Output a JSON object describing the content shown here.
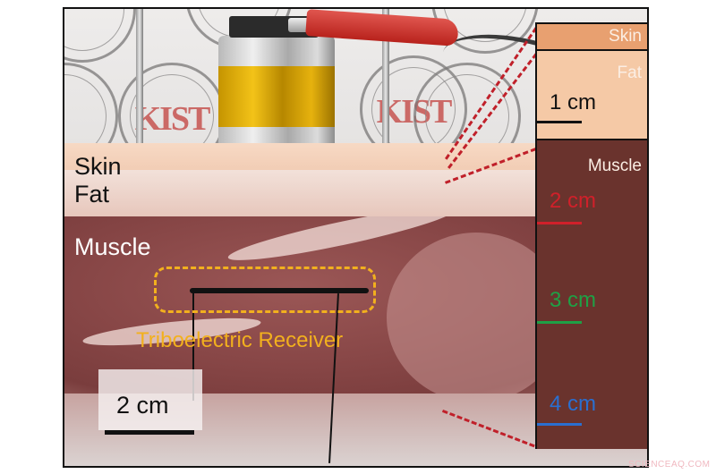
{
  "figure": {
    "left_labels": {
      "skin": "Skin",
      "fat": "Fat",
      "muscle": "Muscle"
    },
    "receiver": {
      "label": "Triboelectric Receiver",
      "box_color": "#f2b01e"
    },
    "scale_bar": {
      "label": "2 cm"
    },
    "schematic": {
      "layers": [
        {
          "name": "Skin",
          "color": "#e8a070"
        },
        {
          "name": "Fat",
          "color": "#f5c9a6"
        },
        {
          "name": "Muscle",
          "color": "#6a332d"
        }
      ],
      "scale_label": "1 cm",
      "depths": [
        {
          "label": "2 cm",
          "color": "#d0202a"
        },
        {
          "label": "3 cm",
          "color": "#1fa045"
        },
        {
          "label": "4 cm",
          "color": "#2a6fd0"
        }
      ]
    },
    "background_stamp_text": "KIST",
    "watermark": "SCIENCEAQ.COM"
  }
}
